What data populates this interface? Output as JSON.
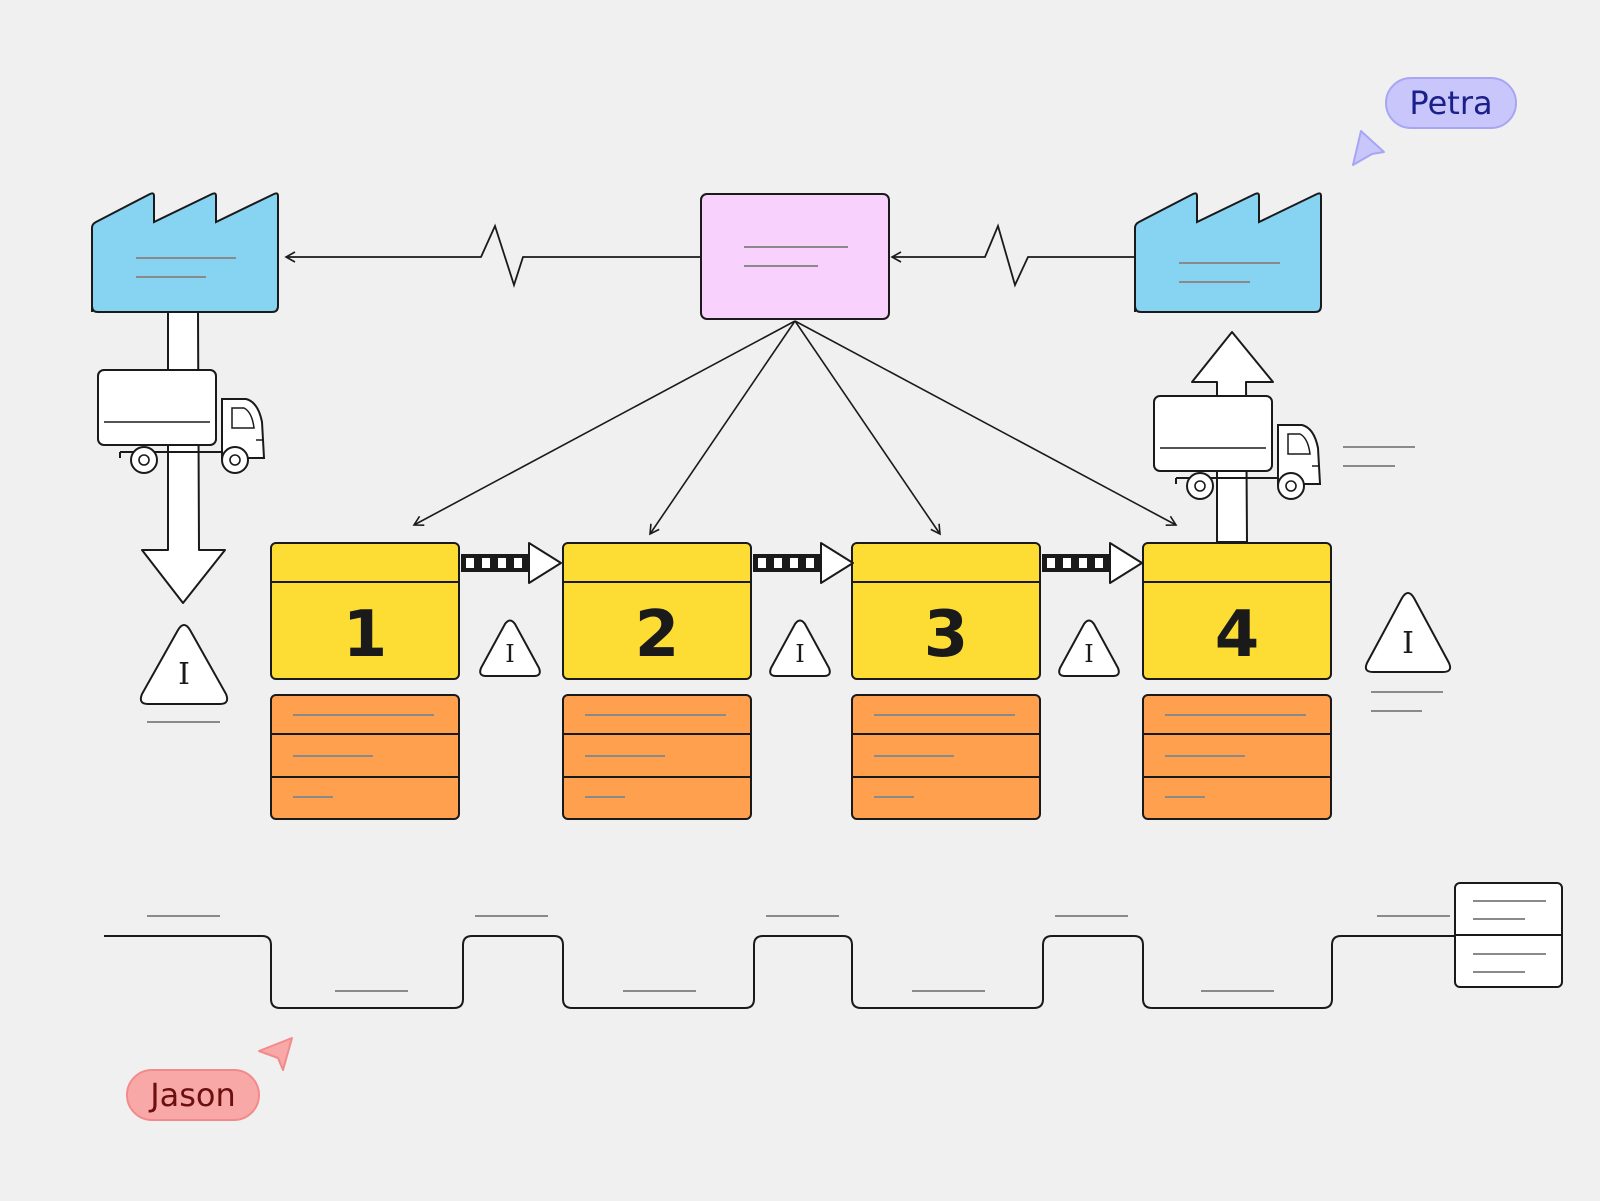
{
  "collaborators": [
    {
      "name": "Petra",
      "color": "#c8c6fb",
      "text_color": "#1b1f8a"
    },
    {
      "name": "Jason",
      "color": "#f9a8a8",
      "text_color": "#6b0f0f"
    }
  ],
  "process_steps": [
    {
      "number": "1"
    },
    {
      "number": "2"
    },
    {
      "number": "3"
    },
    {
      "number": "4"
    }
  ],
  "inventory_symbol": "I",
  "colors": {
    "factory": "#86d4f2",
    "control": "#f8d1fc",
    "process": "#fddd34",
    "data_box": "#ffa04f",
    "stroke": "#1a1a1a"
  },
  "icons": [
    "supplier-factory-icon",
    "customer-factory-icon",
    "truck-icon",
    "inventory-triangle-icon",
    "push-arrow-icon",
    "electronic-flow-icon"
  ]
}
